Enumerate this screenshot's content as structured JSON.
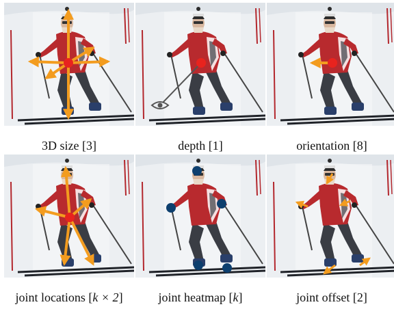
{
  "figure": {
    "panels": [
      {
        "id": "size",
        "caption": "3D size [3]"
      },
      {
        "id": "depth",
        "caption": "depth [1]"
      },
      {
        "id": "orientation",
        "caption": "orientation [8]"
      },
      {
        "id": "joint-locations",
        "caption_pre": "joint locations [",
        "caption_math": "k × 2",
        "caption_post": "]"
      },
      {
        "id": "joint-heatmap",
        "caption_pre": "joint heatmap [",
        "caption_math": "k",
        "caption_post": "]"
      },
      {
        "id": "joint-offset",
        "caption": "joint offset [2]"
      }
    ],
    "colors": {
      "arrow": "#f39c1f",
      "center_dot": "#e8231e",
      "joint_dot": "#0d3f6e",
      "jacket": "#b82a2e",
      "pants": "#3a3d44",
      "snow": "#eceff2"
    },
    "icons": {
      "eye": "eye-icon"
    }
  }
}
